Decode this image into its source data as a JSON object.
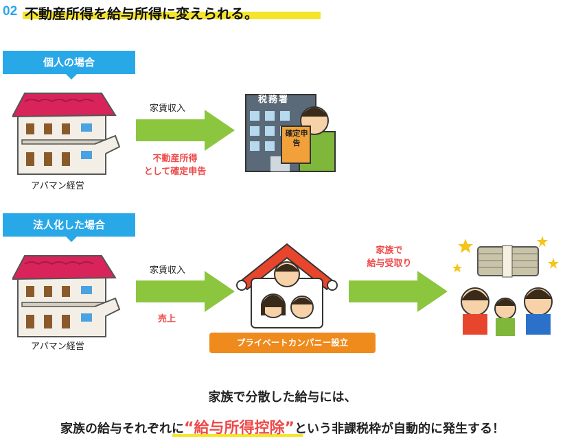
{
  "header": {
    "number": "02",
    "title": "不動産所得を給与所得に変えられる。"
  },
  "section1": {
    "tag": "個人の場合",
    "house_label": "アパマン経営",
    "arrow_top": "家賃収入",
    "arrow_bottom": "不動産所得\nとして確定申告",
    "office_sign": "税務署",
    "doc_text": "確定申告"
  },
  "section2": {
    "tag": "法人化した場合",
    "house_label": "アパマン経営",
    "arrow1_top": "家賃収入",
    "arrow1_bottom": "売上",
    "company_button": "プライベートカンパニー設立",
    "arrow2_top": "家族で\n給与受取り"
  },
  "footer": {
    "line1": "家族で分散した給与には、",
    "line2_before": "家族の給与それぞれに",
    "line2_emphasis": "“給与所得控除”",
    "line2_after": "という非課税枠が自動的に発生する！"
  },
  "colors": {
    "accent_blue": "#29a8e8",
    "arrow_green": "#8cc63f",
    "highlight_yellow": "#f5e52a",
    "emphasis_red": "#ee4a4a",
    "button_orange": "#ef8a1c"
  }
}
